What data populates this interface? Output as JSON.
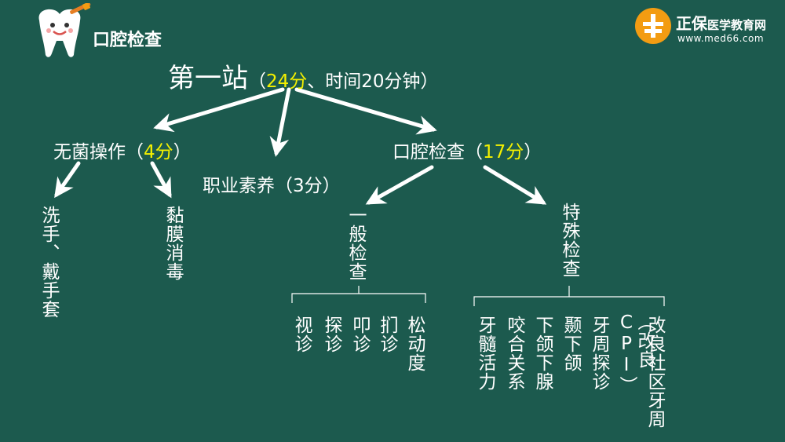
{
  "header": {
    "title": "口腔检查",
    "brand_name": "正保",
    "brand_suffix": "医学教育网",
    "brand_url": "www.med66.com"
  },
  "root": {
    "title": "第一站",
    "detail_open": "（",
    "detail_score": "24分",
    "detail_rest": "、时间20分钟）"
  },
  "branch_aseptic": {
    "label": "无菌操作（",
    "score": "4分",
    "close": "）",
    "children": [
      "洗手、戴手套",
      "黏膜消毒"
    ]
  },
  "branch_professional": {
    "label": "职业素养（3分）"
  },
  "branch_oral": {
    "label": "口腔检查（",
    "score": "17分",
    "close": "）"
  },
  "general_exam": {
    "label": "一般检查",
    "children": [
      "视诊",
      "探诊",
      "叩诊",
      "扪诊",
      "松动度"
    ]
  },
  "special_exam": {
    "label": "特殊检查",
    "children": [
      "牙髓活力",
      "咬合关系",
      "下颌下腺",
      "颞下颌",
      "牙周探诊",
      "（改良CPI）",
      "改良社区牙周"
    ]
  },
  "colors": {
    "background": "#1c5a4e",
    "text": "#ffffff",
    "highlight": "#f4f000",
    "logo": "#f39c12"
  }
}
